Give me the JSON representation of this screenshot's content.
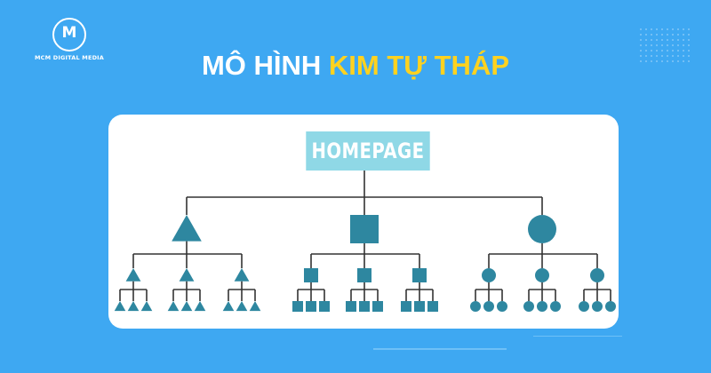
{
  "brand": {
    "logo_letter": "M",
    "name": "MCM DIGITAL MEDIA"
  },
  "title": {
    "part1": "MÔ HÌNH",
    "part2": "KIM TỰ THÁP"
  },
  "diagram": {
    "root_label": "HOMEPAGE",
    "branches": [
      {
        "shape": "triangle",
        "children": 3,
        "grandchildren_per_child": 3
      },
      {
        "shape": "square",
        "children": 3,
        "grandchildren_per_child": 3
      },
      {
        "shape": "circle",
        "children": 3,
        "grandchildren_per_child": 3
      }
    ]
  },
  "colors": {
    "background": "#3ea8f2",
    "accent": "#ffd21f",
    "node": "#2e87a0",
    "root": "#8fd8e6",
    "line": "#333333"
  }
}
